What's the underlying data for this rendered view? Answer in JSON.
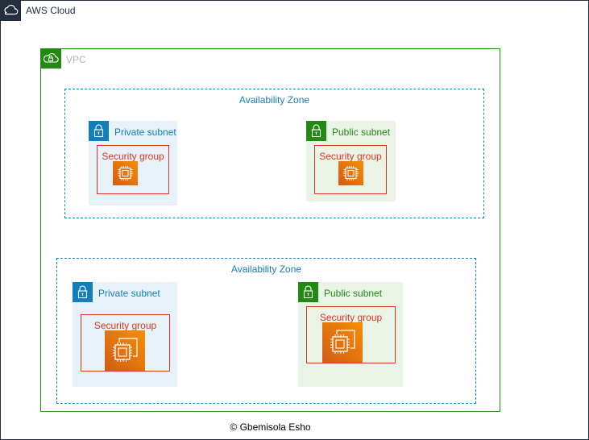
{
  "diagram": {
    "cloud": {
      "label": "AWS Cloud",
      "icon": "cloud-icon",
      "color": "#232f3e"
    },
    "vpc": {
      "label": "VPC",
      "icon": "cloud-lock-icon",
      "color": "#248814",
      "label_color": "#aab7b8"
    },
    "availability_zones": [
      {
        "label": "Availability Zone",
        "subnets": [
          {
            "label": "Private subnet",
            "type": "private",
            "security_group": {
              "label": "Security group",
              "icon": "ec2-instance-icon"
            }
          },
          {
            "label": "Public subnet",
            "type": "public",
            "security_group": {
              "label": "Security group",
              "icon": "ec2-instance-icon"
            }
          }
        ]
      },
      {
        "label": "Availability Zone",
        "subnets": [
          {
            "label": "Private subnet",
            "type": "private",
            "security_group": {
              "label": "Security group",
              "icon": "ec2-icon"
            }
          },
          {
            "label": "Public subnet",
            "type": "public",
            "security_group": {
              "label": "Security group",
              "icon": "ec2-icon"
            }
          }
        ]
      }
    ],
    "footer": "© Gbemisola Esho",
    "colors": {
      "private": "#147eba",
      "public": "#248814",
      "security_group": "#dd3522",
      "compute": "#f78e04"
    }
  }
}
